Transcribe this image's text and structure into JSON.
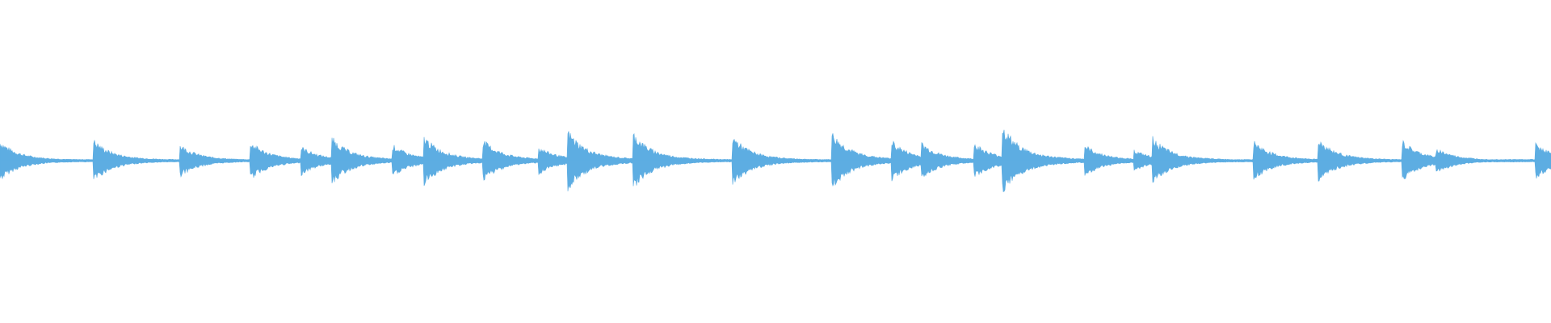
{
  "waveform": {
    "color": "#5dade2",
    "background": "#ffffff",
    "onsets": [
      0.0,
      0.06,
      0.116,
      0.161,
      0.194,
      0.214,
      0.253,
      0.273,
      0.311,
      0.347,
      0.366,
      0.408,
      0.472,
      0.536,
      0.575,
      0.594,
      0.628,
      0.646,
      0.699,
      0.731,
      0.743,
      0.808,
      0.85,
      0.904,
      0.926,
      0.99
    ],
    "peaks": [
      0.55,
      0.6,
      0.45,
      0.55,
      0.4,
      0.65,
      0.45,
      0.7,
      0.6,
      0.4,
      0.85,
      0.8,
      0.7,
      0.8,
      0.55,
      0.5,
      0.5,
      1.0,
      0.45,
      0.3,
      0.65,
      0.55,
      0.6,
      0.55,
      0.35,
      0.5
    ],
    "baseline": 0.04
  }
}
